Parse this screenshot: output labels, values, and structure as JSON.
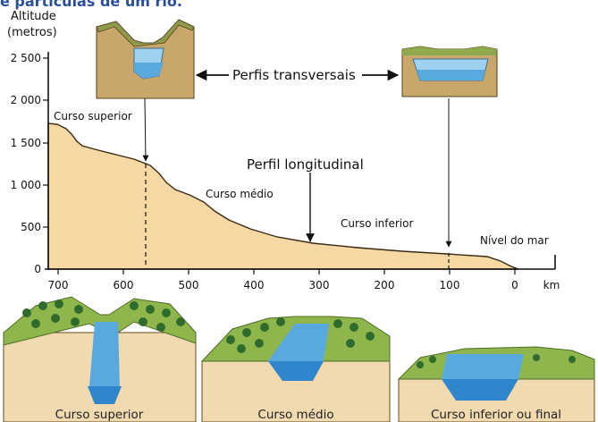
{
  "header": {
    "cut_title": "e partículas de um rio."
  },
  "y_axis": {
    "title_line1": "Altitude",
    "title_line2": "(metros)",
    "ticks": [
      "2 500",
      "2 000",
      "1 500",
      "1 000",
      "500",
      "0"
    ]
  },
  "x_axis": {
    "ticks": [
      "700",
      "600",
      "500",
      "400",
      "300",
      "200",
      "100",
      "0"
    ],
    "unit": "km"
  },
  "labels": {
    "perfis_transversais": "Perfis transversais",
    "perfil_longitudinal": "Perfil longitudinal",
    "curso_superior": "Curso superior",
    "curso_medio": "Curso médio",
    "curso_inferior": "Curso inferior",
    "nivel_do_mar": "Nível do mar"
  },
  "captions": {
    "superior": "Curso superior",
    "medio": "Curso médio",
    "inferior": "Curso inferior ou final"
  },
  "colors": {
    "profile_fill": "#f5d8a4",
    "profile_stroke": "#3a2a14",
    "water": "#5aa9de",
    "water_dark": "#2f86cc",
    "soil": "#f1d9b0",
    "grass": "#8fb64c",
    "tree": "#2f6b2a"
  }
}
